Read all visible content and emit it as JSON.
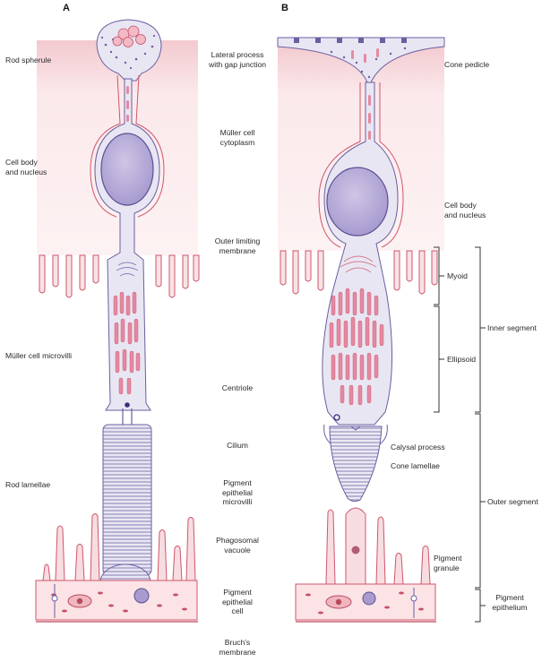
{
  "panels": {
    "a": "A",
    "b": "B"
  },
  "labels": {
    "rod_spherule": "Rod spherule",
    "cell_body_a": "Cell body\nand nucleus",
    "muller_microvilli": "Müller cell microvilli",
    "rod_lamellae": "Rod lamellae",
    "lateral_process": "Lateral process\nwith gap junction",
    "muller_cytoplasm": "Müller cell\ncytoplasm",
    "olm": "Outer limiting\nmembrane",
    "centriole": "Centriole",
    "cilium": "Cilium",
    "pe_microvilli": "Pigment\nepithelial\nmicrovilli",
    "phagosomal": "Phagosomal\nvacuole",
    "pe_cell": "Pigment\nepithelial\ncell",
    "bruch": "Bruch's\nmembrane",
    "cone_pedicle": "Cone pedicle",
    "cell_body_b": "Cell body\nand nucleus",
    "myoid": "Myoid",
    "ellipsoid": "Ellipsoid",
    "inner_segment": "Inner segment",
    "calysal": "Calysal process",
    "cone_lamellae": "Cone lamellae",
    "outer_segment": "Outer segment",
    "pigment_granule": "Pigment\ngranule",
    "pigment_epithelium": "Pigment\nepithelium"
  },
  "colors": {
    "pink_band": "#f6d8db",
    "pink_outline": "#d0566a",
    "lilac_fill": "#e8e6f2",
    "lilac_outline": "#6a5fa0",
    "nucleus": "#b8aed8",
    "mito": "#e48aa0"
  }
}
